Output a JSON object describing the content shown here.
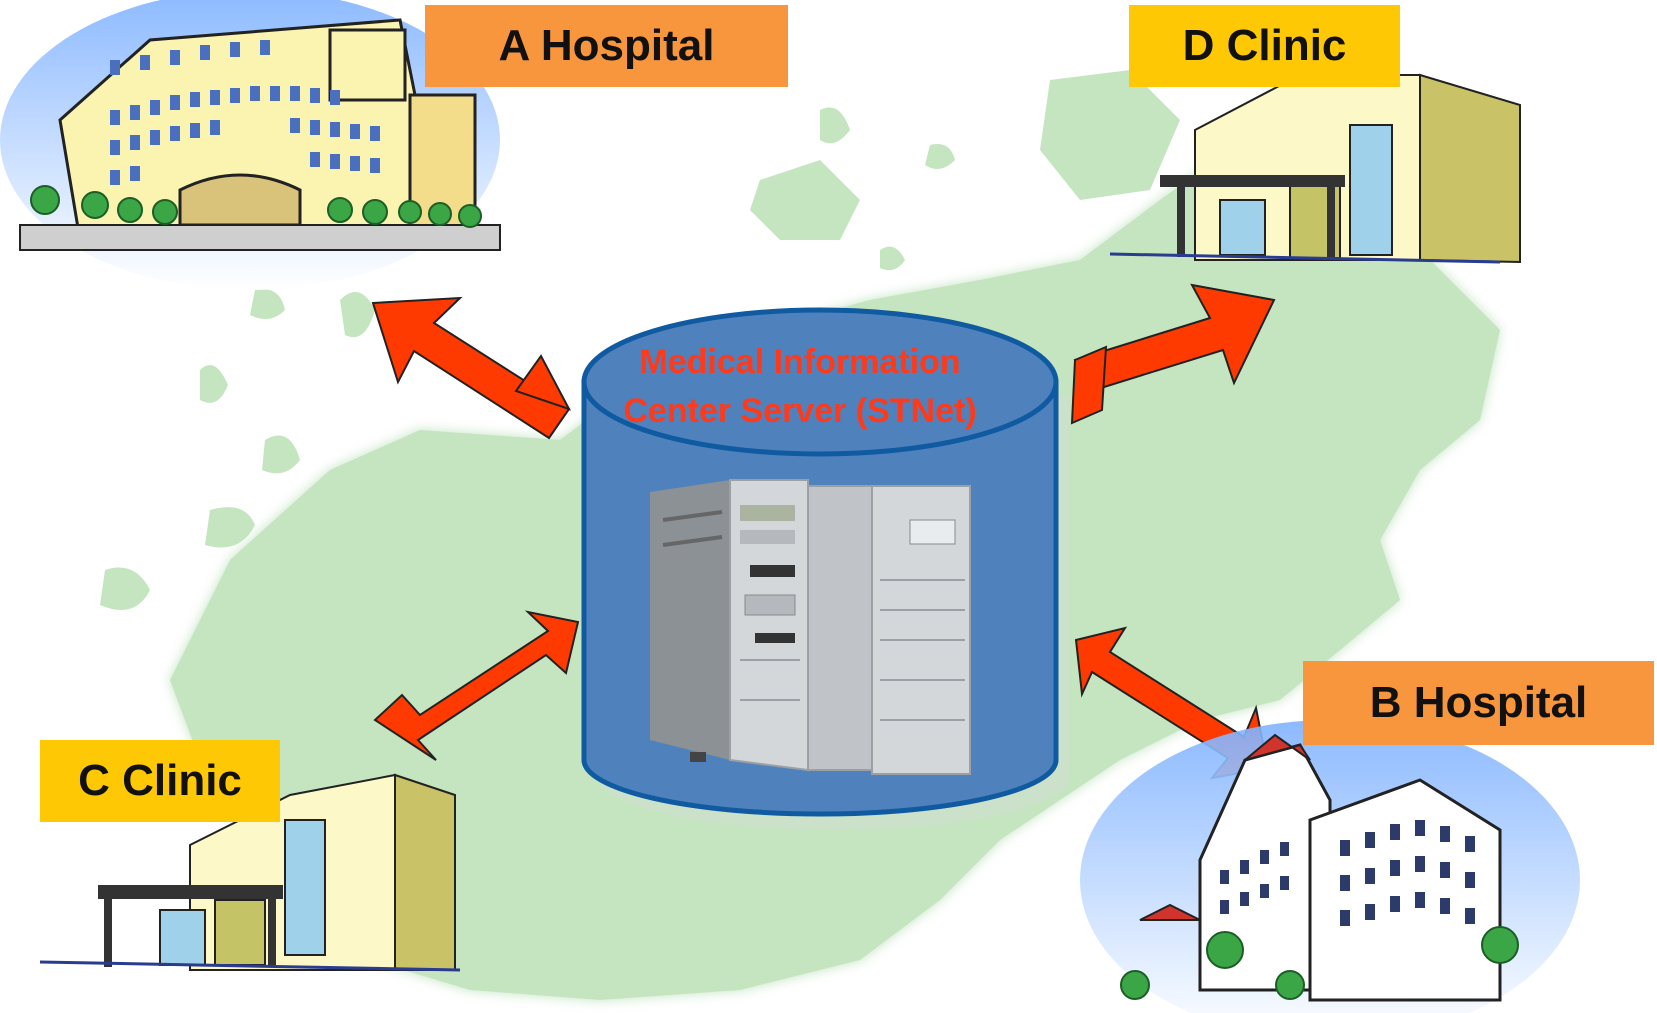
{
  "center": {
    "title_line1": "Medical Information",
    "title_line2": "Center Server (STNet)"
  },
  "facilities": {
    "a_hospital": "A Hospital",
    "b_hospital": "B Hospital",
    "c_clinic": "C Clinic",
    "d_clinic": "D Clinic"
  },
  "colors": {
    "hospital_label": "#f7963d",
    "clinic_label": "#ffc805",
    "arrow": "#ff3a00",
    "map": "#c4e5c0",
    "cylinder": "#4f81bd"
  }
}
